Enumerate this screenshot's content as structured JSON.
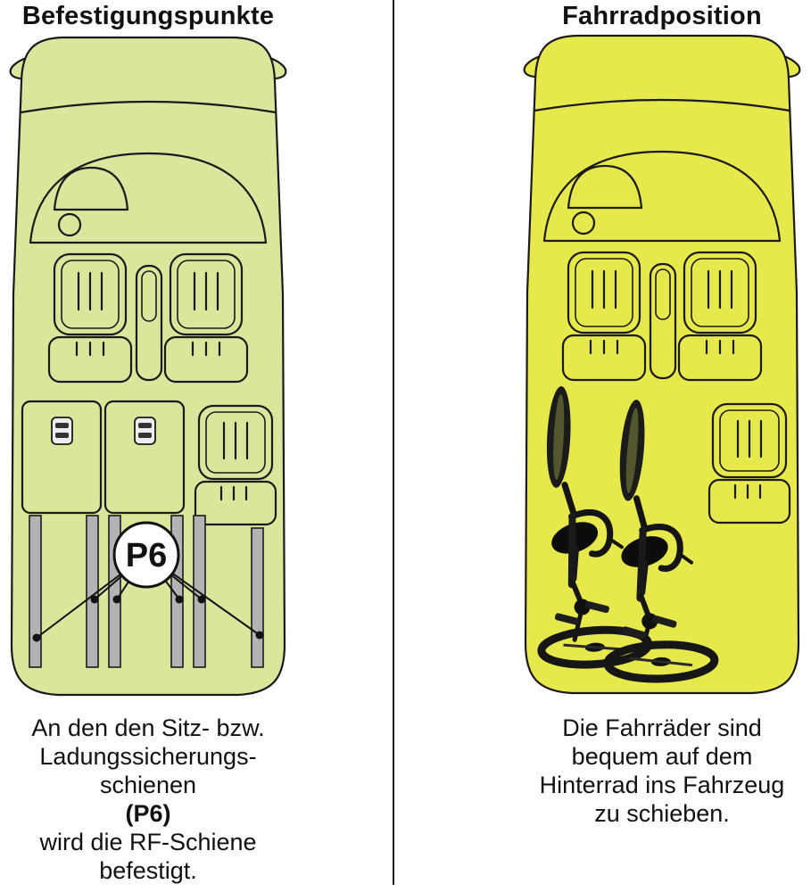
{
  "left_panel": {
    "title": "Befestigungspunkte",
    "marker_label": "P6",
    "caption_lines": [
      "An den den Sitz- bzw.",
      "Ladungssicherungs-",
      "schienen",
      "(P6)",
      "wird die RF-Schiene",
      "befestigt."
    ]
  },
  "right_panel": {
    "title": "Fahrradposition",
    "caption_lines": [
      "Die Fahrräder sind",
      "bequem auf dem",
      "Hinterrad ins Fahrzeug",
      "zu schieben."
    ]
  },
  "colors": {
    "left_vehicle_fill": "#dbe59b",
    "right_vehicle_fill": "#e7e84b",
    "outline": "#1a1a1a",
    "rail_fill": "#b3b3b3",
    "marker_bg": "#ffffff"
  }
}
